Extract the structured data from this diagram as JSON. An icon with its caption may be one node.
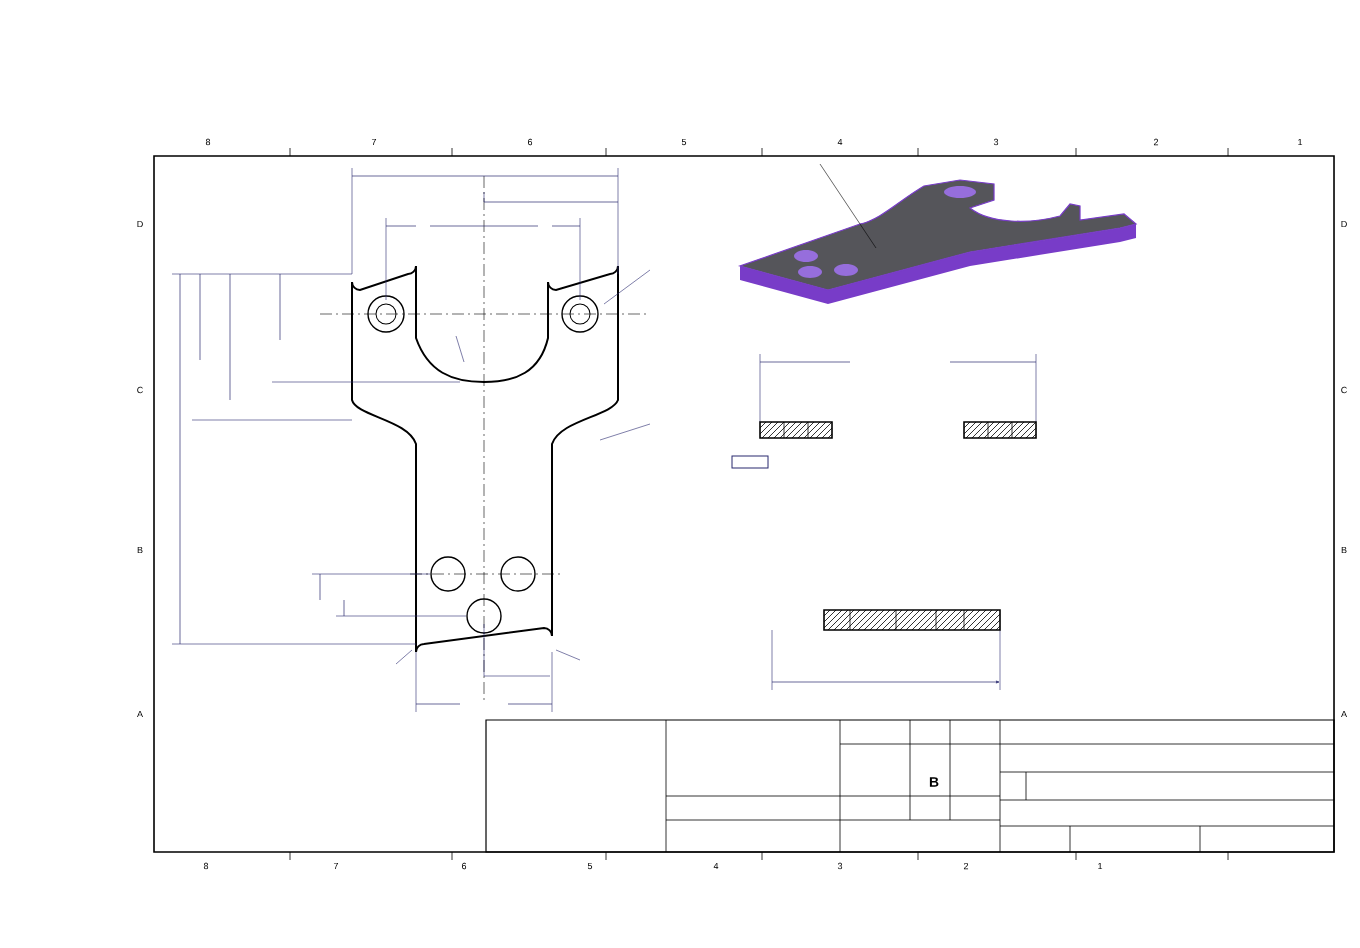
{
  "diagram": {
    "labels": [
      "8",
      "7",
      "6",
      "5",
      "4",
      "3",
      "2",
      "1",
      "D",
      "D",
      "C",
      "C",
      "B",
      "B",
      "A",
      "A",
      "8",
      "7",
      "6",
      "5",
      "4",
      "3",
      "2",
      "1",
      "B"
    ]
  }
}
